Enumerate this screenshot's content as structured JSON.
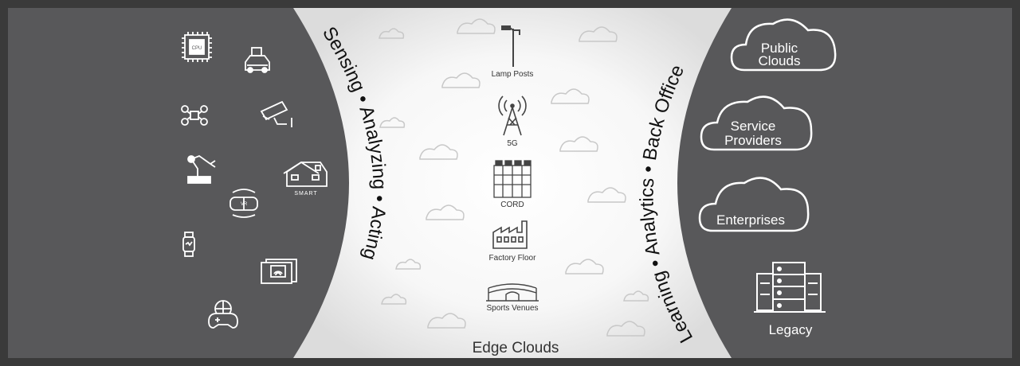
{
  "arcs": {
    "left": "Sensing • Analyzing • Acting",
    "right": "Learning • Analytics • Back Office"
  },
  "edge": {
    "title": "Edge Clouds",
    "items": [
      {
        "label": "Lamp Posts",
        "icon": "lamp-post-icon"
      },
      {
        "label": "5G",
        "icon": "cell-tower-icon"
      },
      {
        "label": "CORD",
        "icon": "server-rack-icon"
      },
      {
        "label": "Factory Floor",
        "icon": "factory-icon"
      },
      {
        "label": "Sports Venues",
        "icon": "stadium-icon"
      }
    ]
  },
  "clouds": [
    {
      "line1": "Public",
      "line2": "Clouds"
    },
    {
      "line1": "Service",
      "line2": "Providers"
    },
    {
      "line1": "Enterprises",
      "line2": ""
    }
  ],
  "legacy": {
    "label": "Legacy",
    "icon": "data-center-icon"
  },
  "devices": {
    "cpu_label": "CPU",
    "vr_label": "VR",
    "smart_label": "SMART",
    "icons": [
      "cpu-chip-icon",
      "autonomous-car-icon",
      "drone-icon",
      "security-camera-icon",
      "robot-arm-icon",
      "smart-home-icon",
      "vr-headset-icon",
      "smartwatch-icon",
      "tablet-icon",
      "gaming-controller-icon"
    ]
  },
  "colors": {
    "panel": "#58585a",
    "frame": "#3a3a3a",
    "center": "#ffffff",
    "icon": "#ffffff",
    "dark_icon": "#444444"
  }
}
